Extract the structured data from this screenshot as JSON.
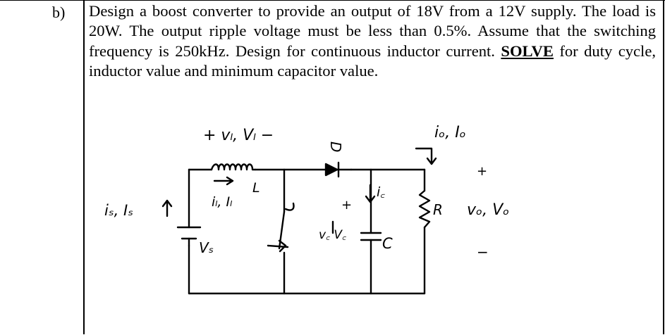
{
  "question": {
    "part_label": "b)",
    "text_before": "Design a boost converter to provide an output of 18V from a 12V supply. The load is 20W. The output ripple voltage must be less than 0.5%. Assume that the switching frequency is 250kHz. Design for continuous inductor current. ",
    "emphasis": "SOLVE",
    "text_after": " for duty cycle, inductor value and minimum capacitor value."
  },
  "circuit_labels": {
    "inductor_voltage": "+ vₗ, Vₗ −",
    "inductor_current": "iₗ, Iₗ",
    "inductor_name": "L",
    "source_current": "iₛ, Iₛ",
    "source_voltage": "Vₛ",
    "diode_name": "D",
    "capacitor_current": "i꜀",
    "capacitor_voltage": "v꜀ V꜀",
    "capacitor_name": "C",
    "output_current": "iₒ, Iₒ",
    "load_name": "R",
    "output_voltage": "vₒ, Vₒ",
    "plus": "+",
    "minus": "−"
  }
}
